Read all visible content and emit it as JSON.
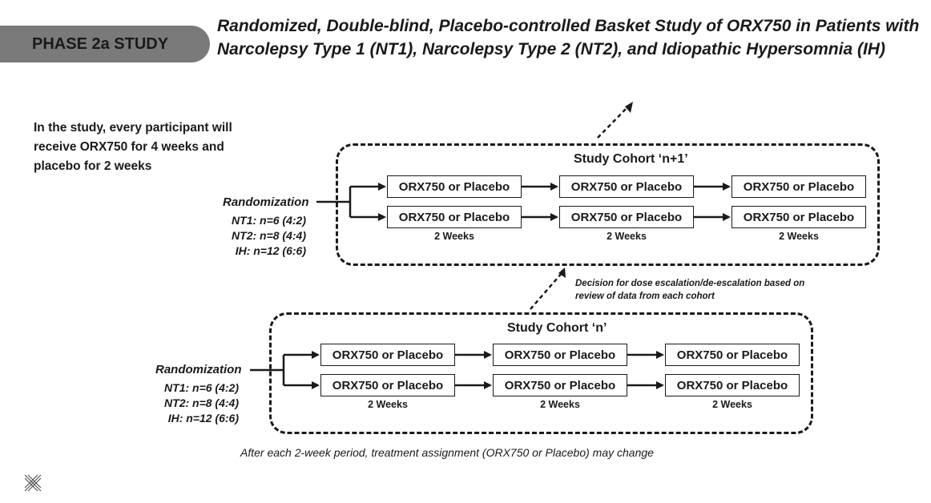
{
  "badge": "PHASE 2a STUDY",
  "title": "Randomized, Double-blind, Placebo-controlled Basket Study of ORX750 in Patients with Narcolepsy Type 1 (NT1), Narcolepsy Type 2 (NT2), and Idiopathic Hypersomnia (IH)",
  "intro": "In the study, every participant will receive ORX750 for 4 weeks and placebo for 2 weeks",
  "cohorts": [
    {
      "title": "Study Cohort ‘n+1’",
      "randomization": "Randomization",
      "counts": [
        "NT1: n=6 (4:2)",
        "NT2: n=8 (4:4)",
        "IH: n=12 (6:6)"
      ],
      "arms": [
        [
          "ORX750 or Placebo",
          "ORX750 or Placebo",
          "ORX750 or Placebo"
        ],
        [
          "ORX750 or Placebo",
          "ORX750 or Placebo",
          "ORX750 or Placebo"
        ]
      ],
      "weeks": [
        "2 Weeks",
        "2 Weeks",
        "2 Weeks"
      ]
    },
    {
      "title": "Study Cohort ‘n’",
      "randomization": "Randomization",
      "counts": [
        "NT1: n=6 (4:2)",
        "NT2: n=8 (4:4)",
        "IH: n=12 (6:6)"
      ],
      "arms": [
        [
          "ORX750 or Placebo",
          "ORX750 or Placebo",
          "ORX750 or Placebo"
        ],
        [
          "ORX750 or Placebo",
          "ORX750 or Placebo",
          "ORX750 or Placebo"
        ]
      ],
      "weeks": [
        "2 Weeks",
        "2 Weeks",
        "2 Weeks"
      ]
    }
  ],
  "decision": "Decision for dose escalation/de-escalation based on review of data from each cohort",
  "footnote": "After each 2-week period, treatment assignment (ORX750 or Placebo) may change",
  "colors": {
    "badge": "#7a7a7a",
    "ink": "#1a1a1a"
  },
  "icons": [
    "logo-icon"
  ]
}
